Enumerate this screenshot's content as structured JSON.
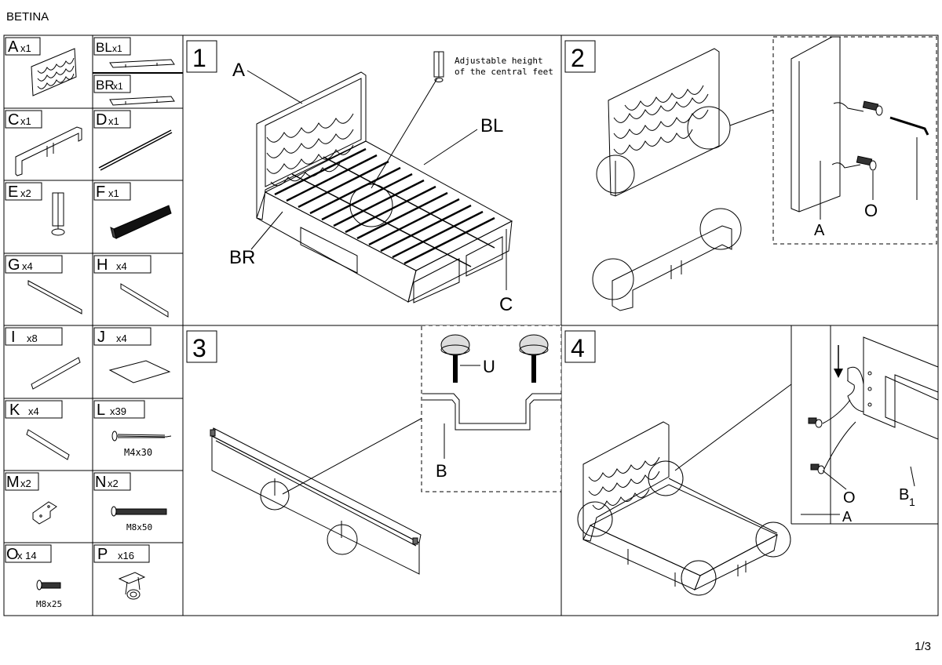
{
  "document": {
    "title": "BETINA",
    "page_number": "1/3"
  },
  "parts": [
    {
      "id": "A",
      "qty": "x1"
    },
    {
      "id": "BL",
      "qty": "x1"
    },
    {
      "id": "BR",
      "qty": "x1"
    },
    {
      "id": "C",
      "qty": "x1"
    },
    {
      "id": "D",
      "qty": "x1"
    },
    {
      "id": "E",
      "qty": "x2"
    },
    {
      "id": "F",
      "qty": "x1"
    },
    {
      "id": "G",
      "qty": "x4"
    },
    {
      "id": "H",
      "qty": "x4"
    },
    {
      "id": "I",
      "qty": "x8"
    },
    {
      "id": "J",
      "qty": "x4"
    },
    {
      "id": "K",
      "qty": "x4"
    },
    {
      "id": "L",
      "qty": "x39",
      "size": "M4x30"
    },
    {
      "id": "M",
      "qty": "x2"
    },
    {
      "id": "N",
      "qty": "x2",
      "size": "M8x50"
    },
    {
      "id": "O",
      "qty": "x 14",
      "size": "M8x25"
    },
    {
      "id": "P",
      "qty": "x16"
    }
  ],
  "steps": [
    {
      "number": "1",
      "labels": {
        "a": "A",
        "bl": "BL",
        "br": "BR",
        "c": "C"
      },
      "note_line1": "Adjustable height",
      "note_line2": "of the central feet"
    },
    {
      "number": "2",
      "labels": {
        "a": "A",
        "o": "O"
      }
    },
    {
      "number": "3",
      "labels": {
        "u": "U",
        "b": "B"
      }
    },
    {
      "number": "4",
      "labels": {
        "o": "O",
        "a": "A",
        "b": "B",
        "b_sub": "1"
      }
    }
  ]
}
